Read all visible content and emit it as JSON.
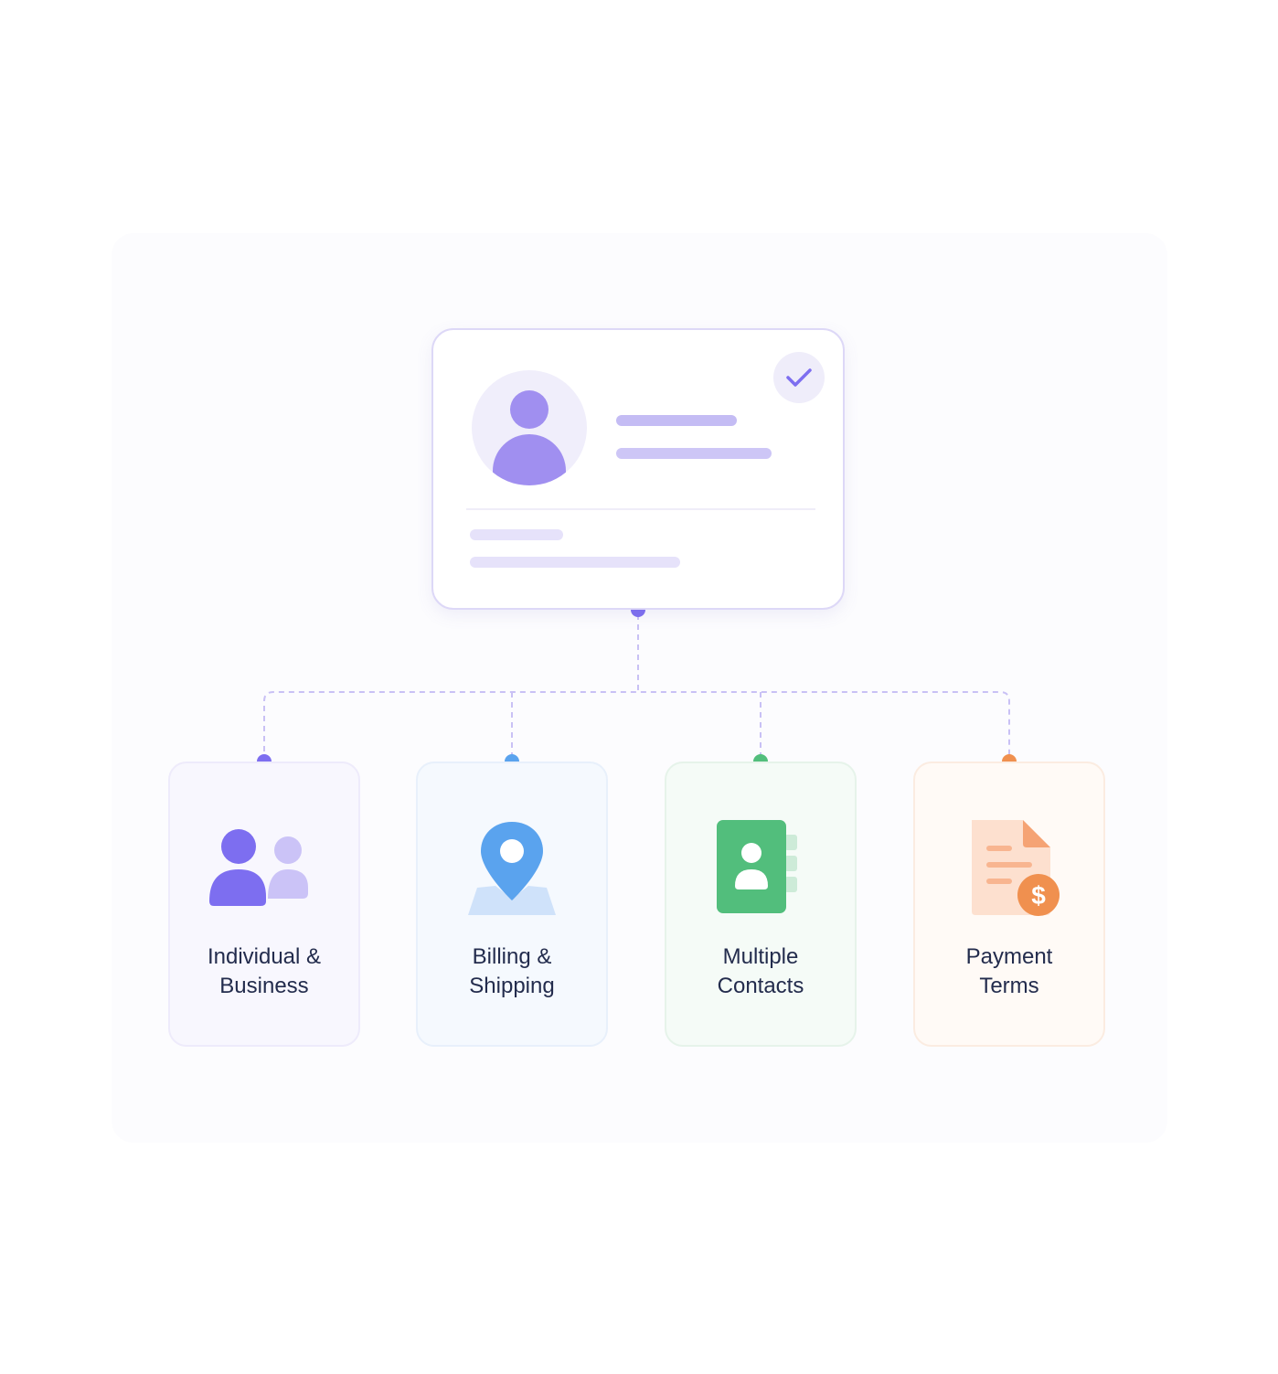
{
  "diagram": {
    "root": {
      "name": "customer-profile",
      "icons": [
        "avatar-icon",
        "check-icon"
      ]
    },
    "features": [
      {
        "id": "individual-business",
        "label_lines": [
          "Individual &",
          "Business"
        ],
        "icon": "people-icon",
        "color": "#7d6ef0"
      },
      {
        "id": "billing-shipping",
        "label_lines": [
          "Billing &",
          "Shipping"
        ],
        "icon": "location-pin-icon",
        "color": "#5aa3ee"
      },
      {
        "id": "multiple-contacts",
        "label_lines": [
          "Multiple",
          "Contacts"
        ],
        "icon": "contact-book-icon",
        "color": "#52be7c"
      },
      {
        "id": "payment-terms",
        "label_lines": [
          "Payment",
          "Terms"
        ],
        "icon": "invoice-dollar-icon",
        "color": "#f0904f"
      }
    ],
    "connector_color": "#c9c1f5"
  }
}
